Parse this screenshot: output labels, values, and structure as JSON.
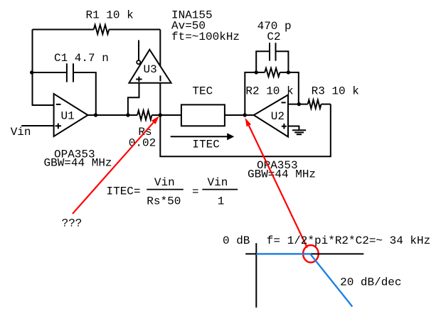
{
  "colors": {
    "ink": "#000000",
    "background": "#ffffff",
    "annotation_red": "#ff0000",
    "bode_blue": "#1e82e6"
  },
  "components": {
    "vin": {
      "label": "Vin"
    },
    "r1": {
      "label": "R1 10 k"
    },
    "c1": {
      "label": "C1 4.7 n"
    },
    "u1": {
      "ref": "U1",
      "part": "OPA353",
      "gbw": "GBW=44 MHz"
    },
    "u3": {
      "ref": "U3",
      "part": "INA155",
      "av": "Av=50",
      "ft": "ft=~100kHz"
    },
    "rs": {
      "ref": "Rs",
      "value": "0.02"
    },
    "tec": {
      "label": "TEC"
    },
    "itec": {
      "label": "ITEC"
    },
    "c2": {
      "value": "470 p",
      "ref": "C2"
    },
    "r2": {
      "label": "R2 10 k"
    },
    "r3": {
      "label": "R3 10 k"
    },
    "u2": {
      "ref": "U2",
      "part": "OPA353",
      "gbw": "GBW=44 MHz"
    }
  },
  "formula": {
    "lhs": "ITEC=",
    "numerator1": "Vin",
    "denominator1": "Rs*50",
    "equals": "=",
    "numerator2": "Vin",
    "denominator2": "1"
  },
  "annotations": {
    "question": "???"
  },
  "bode": {
    "level_label": "0 dB",
    "corner_label": "f= 1/2*pi*R2*C2=~ 34 kHz",
    "slope_label": "20 dB/dec"
  }
}
